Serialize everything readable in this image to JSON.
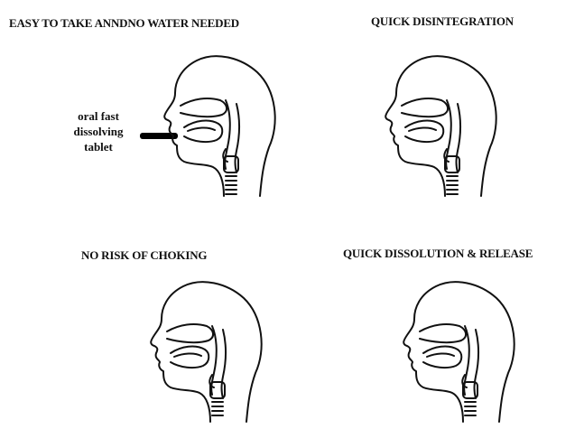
{
  "panels": [
    {
      "title": "EASY TO TAKE ANNDNO WATER NEEDED"
    },
    {
      "title": "QUICK DISINTEGRATION"
    },
    {
      "title": "NO RISK OF CHOKING"
    },
    {
      "title": "QUICK DISSOLUTION & RELEASE"
    }
  ],
  "callout": {
    "line1": "oral fast",
    "line2": "dissolving",
    "line3": "tablet"
  },
  "colors": {
    "ink": "#111111",
    "background": "#ffffff",
    "tablet": "#000000"
  }
}
